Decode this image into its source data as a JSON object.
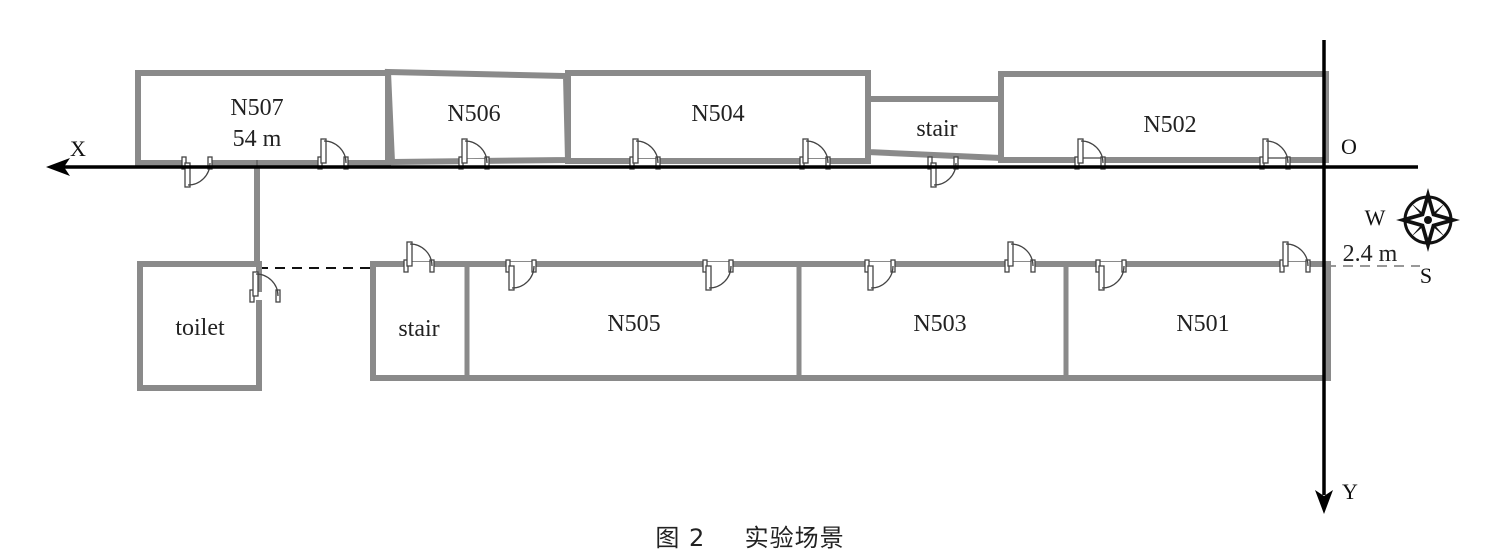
{
  "figure": {
    "caption_number": "图 2",
    "caption_text": "实验场景"
  },
  "axes": {
    "x_label": "X",
    "y_label": "Y",
    "origin_label": "O"
  },
  "compass": {
    "west_label": "W",
    "south_label": "S"
  },
  "dimensions": {
    "length": "54 m",
    "width": "2.4 m"
  },
  "rooms": {
    "n507": "N507",
    "n506": "N506",
    "n504": "N504",
    "stair_north": "stair",
    "n502": "N502",
    "toilet": "toilet",
    "stair_south": "stair",
    "n505": "N505",
    "n503": "N503",
    "n501": "N501"
  },
  "colors": {
    "wall": "#8a8a8a",
    "axis": "#000000",
    "door": "#444444"
  }
}
